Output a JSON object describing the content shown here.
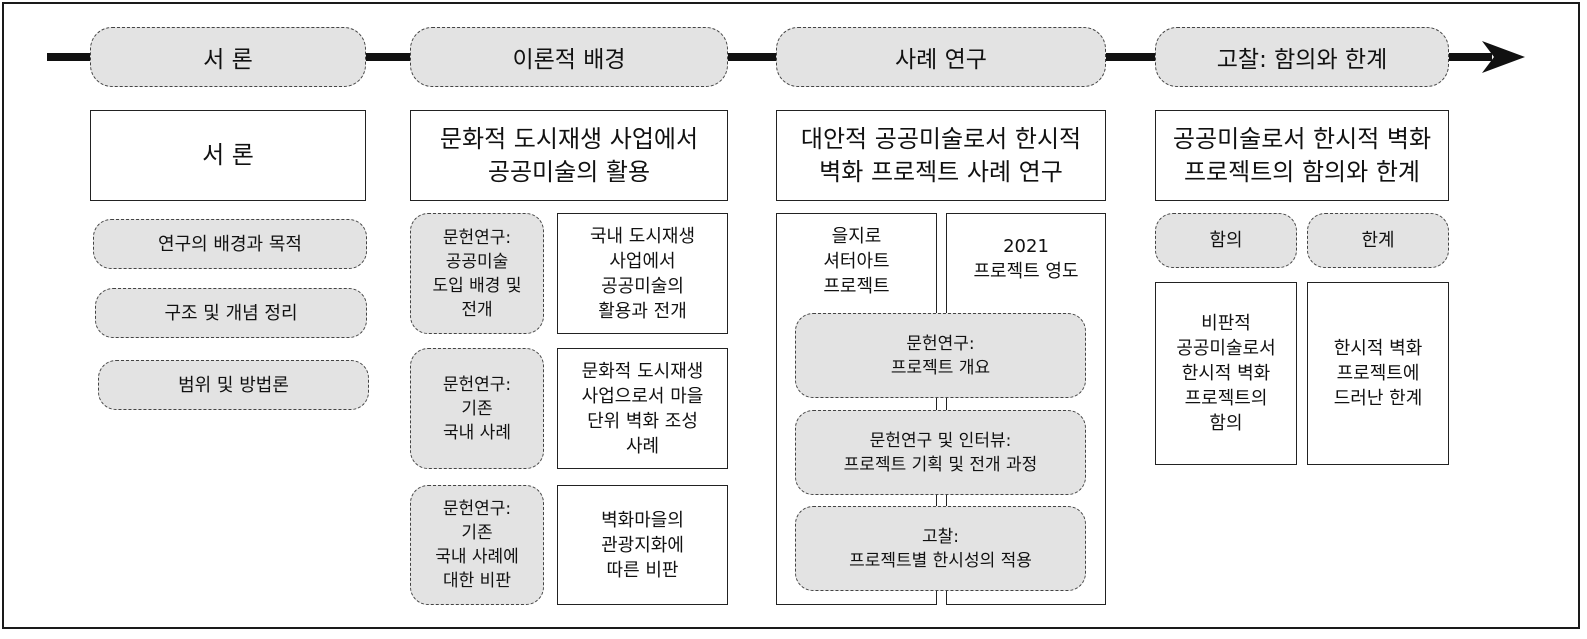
{
  "phases": [
    "서    론",
    "이론적 배경",
    "사례 연구",
    "고찰: 함의와 한계"
  ],
  "intro": {
    "title": "서    론",
    "items": [
      "연구의 배경과 목적",
      "구조 및 개념 정리",
      "범위 및 방법론"
    ]
  },
  "theory": {
    "title": "문화적 도시재생 사업에서\n공공미술의 활용",
    "rows": [
      {
        "method": "문헌연구:\n공공미술\n도입 배경 및\n전개",
        "content": "국내 도시재생\n사업에서\n공공미술의\n활용과 전개"
      },
      {
        "method": "문헌연구:\n기존\n국내 사례",
        "content": "문화적 도시재생\n사업으로서 마을\n단위 벽화 조성\n사례"
      },
      {
        "method": "문헌연구:\n기존\n국내 사례에\n대한 비판",
        "content": "벽화마을의\n관광지화에\n따른 비판"
      }
    ]
  },
  "case": {
    "title": "대안적 공공미술로서 한시적\n벽화 프로젝트 사례 연구",
    "project_a": "을지로\n셔터아트\n프로젝트",
    "project_b": "2021\n프로젝트 영도",
    "steps": [
      "문헌연구:\n프로젝트 개요",
      "문헌연구 및 인터뷰:\n프로젝트 기획 및 전개 과정",
      "고찰:\n프로젝트별 한시성의 적용"
    ]
  },
  "discussion": {
    "title": "공공미술로서 한시적 벽화\n프로젝트의 함의와 한계",
    "col_a_label": "함의",
    "col_b_label": "한계",
    "col_a_text": "비판적\n공공미술로서\n한시적 벽화\n프로젝트의\n함의",
    "col_b_text": "한시적 벽화\n프로젝트에\n드러난 한계"
  },
  "colors": {
    "line": "#111111",
    "dash_fill": "#e3e3e3",
    "box_border": "#222222"
  }
}
